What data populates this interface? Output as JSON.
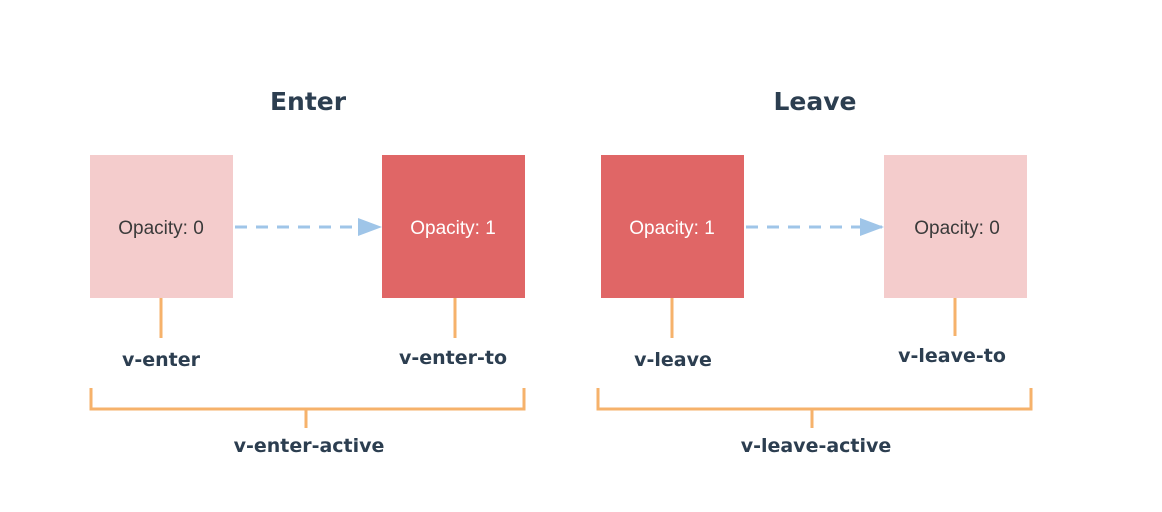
{
  "colors": {
    "text_dark": "#2c3e50",
    "box_light": "#f4cccc",
    "box_strong": "#e06666",
    "box_light_text": "#3a3a3a",
    "box_strong_text": "#ffffff",
    "arrow": "#9fc5e8",
    "bracket": "#f6b26b"
  },
  "enter": {
    "title": "Enter",
    "from_box": {
      "text": "Opacity: 0"
    },
    "to_box": {
      "text": "Opacity: 1"
    },
    "from_label": "v-enter",
    "to_label": "v-enter-to",
    "active_label": "v-enter-active"
  },
  "leave": {
    "title": "Leave",
    "from_box": {
      "text": "Opacity: 1"
    },
    "to_box": {
      "text": "Opacity: 0"
    },
    "from_label": "v-leave",
    "to_label": "v-leave-to",
    "active_label": "v-leave-active"
  }
}
